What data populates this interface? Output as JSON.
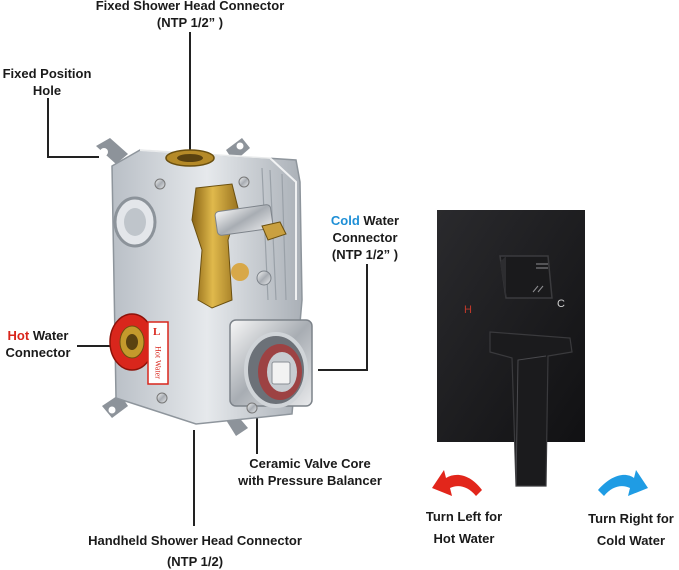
{
  "labels": {
    "fixed_head": {
      "line1": "Fixed Shower Head Connector",
      "line2": "(NTP 1/2” )"
    },
    "fixed_hole": {
      "line1": "Fixed Position",
      "line2": "Hole"
    },
    "cold_water": {
      "accent": "Cold",
      "rest": " Water",
      "line2": "Connector",
      "line3": "(NTP 1/2” )"
    },
    "hot_water": {
      "accent": "Hot",
      "rest": " Water",
      "line2": "Connector"
    },
    "ceramic": {
      "line1": "Ceramic Valve Core",
      "line2": "with Pressure Balancer"
    },
    "handheld": {
      "line1": "Handheld Shower Head Connector",
      "line2": "(NTP 1/2)"
    },
    "turn_left": {
      "line1": "Turn Left for",
      "line2": "Hot Water"
    },
    "turn_right": {
      "line1": "Turn Right for",
      "line2": "Cold Water"
    }
  },
  "plate_marks": {
    "hot": "H",
    "cold": "C"
  },
  "valve_sticker": {
    "text": "Hot Water",
    "letter": "L"
  },
  "colors": {
    "hot": "#d9261c",
    "cold": "#1e8fd6",
    "plate": "#1d1d1f",
    "brass": "#c49a2c",
    "housing": "#cfd4da"
  }
}
